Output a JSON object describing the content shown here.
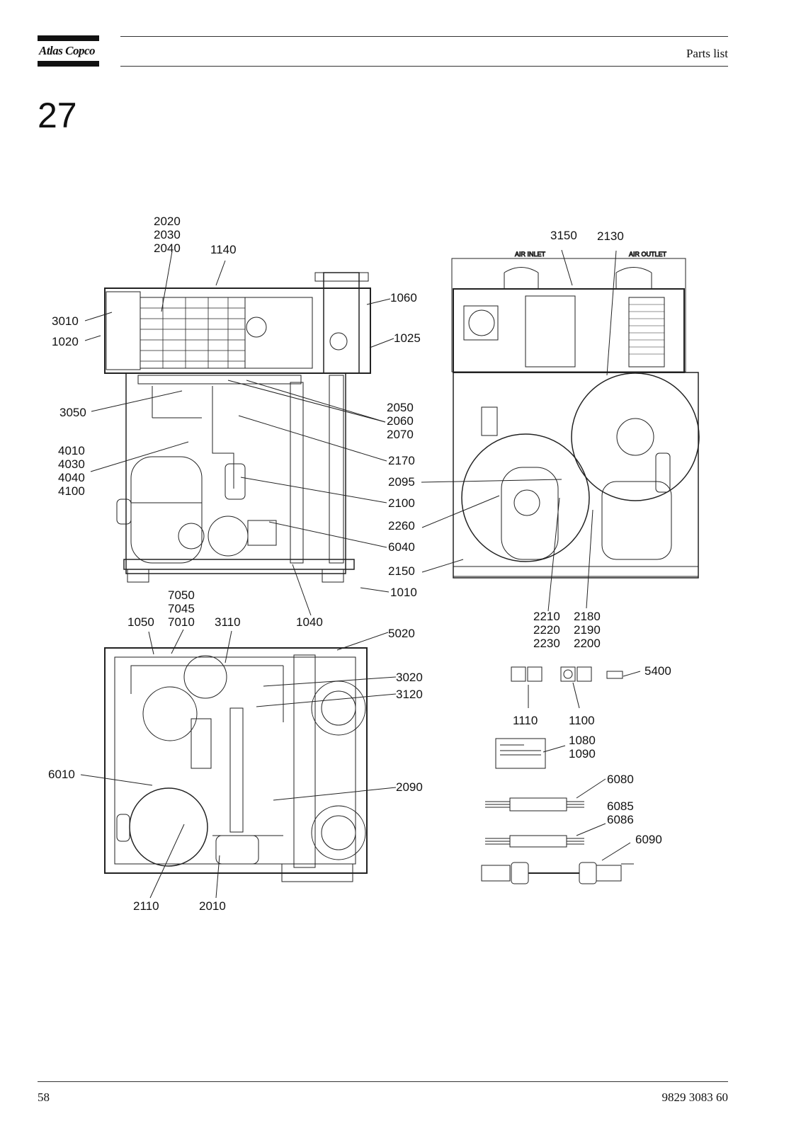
{
  "header": {
    "brand": "Atlas Copco",
    "title": "Parts list"
  },
  "section_number": "27",
  "callouts": {
    "c2020": "2020",
    "c2030": "2030",
    "c2040": "2040",
    "c1140": "1140",
    "c1060": "1060",
    "c3010": "3010",
    "c1020": "1020",
    "c1025": "1025",
    "c3050": "3050",
    "c2050": "2050",
    "c2060": "2060",
    "c2070": "2070",
    "c4010": "4010",
    "c4030": "4030",
    "c4040": "4040",
    "c4100": "4100",
    "c2170": "2170",
    "c2095": "2095",
    "c2100": "2100",
    "c2260": "2260",
    "c6040": "6040",
    "c2150": "2150",
    "c1010": "1010",
    "c7050": "7050",
    "c7045": "7045",
    "c1050": "1050",
    "c7010": "7010",
    "c3110": "3110",
    "c1040": "1040",
    "c3150": "3150",
    "c2130": "2130",
    "c2210": "2210",
    "c2220": "2220",
    "c2230": "2230",
    "c2180": "2180",
    "c2190": "2190",
    "c2200": "2200",
    "c5020": "5020",
    "c3020": "3020",
    "c3120": "3120",
    "c6010": "6010",
    "c2090": "2090",
    "c2110": "2110",
    "c2010": "2010",
    "c5400": "5400",
    "c1110": "1110",
    "c1100": "1100",
    "c1080": "1080",
    "c1090": "1090",
    "c6080": "6080",
    "c6085": "6085",
    "c6086": "6086",
    "c6090": "6090"
  },
  "drawing_labels": {
    "air_inlet": "AIR INLET",
    "air_outlet": "AIR OUTLET"
  },
  "footer": {
    "page": "58",
    "doc_number": "9829 3083 60"
  }
}
